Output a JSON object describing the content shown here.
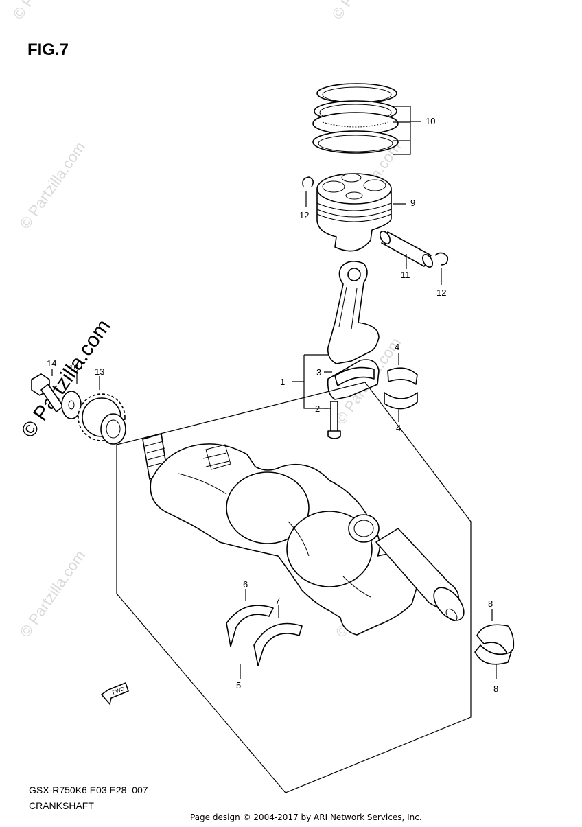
{
  "figure": {
    "label": "FIG.7"
  },
  "model_code": "GSX-R750K6 E03 E28_007",
  "assembly_name": "CRANKSHAFT",
  "footer": "Page design © 2004-2017 by ARI Network Services, Inc.",
  "watermark": {
    "text": "© Partzilla.com"
  },
  "callouts": {
    "c1": "1",
    "c2": "2",
    "c3": "3",
    "c4a": "4",
    "c4b": "4",
    "c5": "5",
    "c6": "6",
    "c7": "7",
    "c8a": "8",
    "c8b": "8",
    "c9": "9",
    "c10": "10",
    "c11": "11",
    "c12a": "12",
    "c12b": "12",
    "c13": "13",
    "c14": "14",
    "c15": "15"
  },
  "fwd_label": "FWD"
}
